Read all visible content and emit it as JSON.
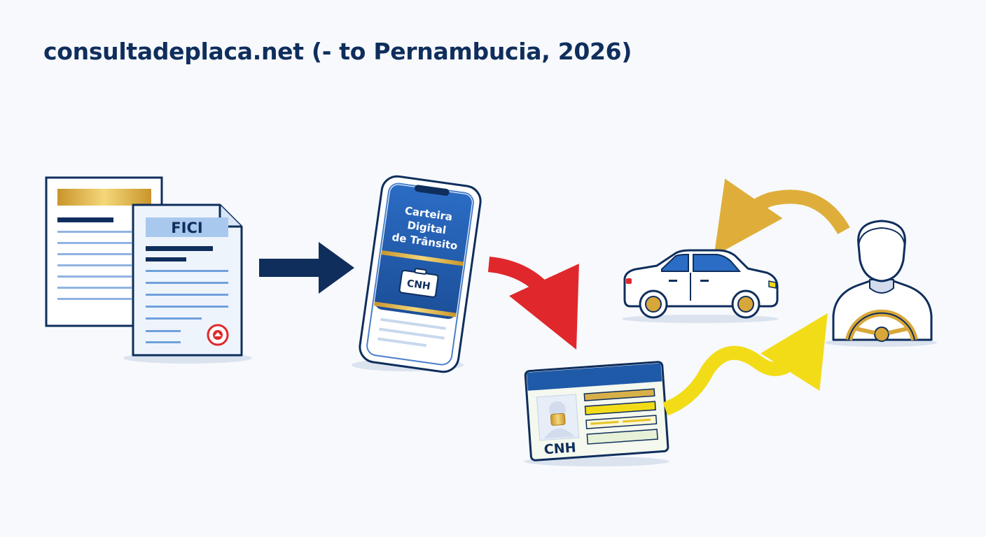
{
  "header": {
    "title": "consultadeplaca.net (- to Pernambucia, 2026)"
  },
  "document": {
    "label": "FICI"
  },
  "phone": {
    "line1": "Carteira",
    "line2": "Digital",
    "line3": "de Trânsito",
    "badge": "CNH"
  },
  "license_card": {
    "label": "CNH"
  },
  "colors": {
    "navy": "#0f2e5c",
    "brand_blue": "#1f5aa8",
    "gold": "#dfae3a",
    "red": "#e0282c",
    "yellow": "#f2dc18"
  }
}
